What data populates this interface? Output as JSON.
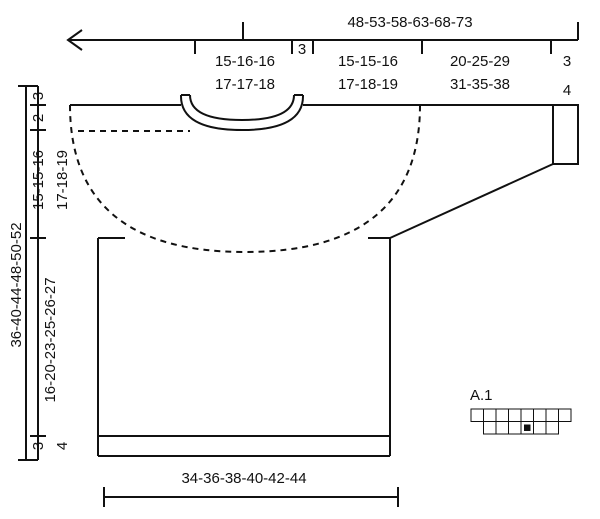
{
  "top_measure": "48-53-58-63-68-73",
  "top_sections": {
    "neck_half_a": "15-16-16",
    "neck_half_b": "17-17-18",
    "neck_gap": "3",
    "yoke_a": "15-15-16",
    "yoke_b": "17-18-19",
    "sleeve_a": "20-25-29",
    "sleeve_b": "31-35-38",
    "cuff_a": "3",
    "cuff_b": "4"
  },
  "left_measures": {
    "top_edge": "3",
    "neck_depth": "2",
    "yoke_depth_a": "15-15-16",
    "yoke_depth_b": "17-18-19",
    "total_length": "36-40-44-48-50-52",
    "body_length": "16-20-23-25-26-27",
    "hem_a": "3",
    "hem_b": "4"
  },
  "bottom_measure": "34-36-38-40-42-44",
  "chart": {
    "label": "A.1",
    "top_row_cells": 8,
    "bottom_row_cells": 6,
    "filled_cell_column": 4
  },
  "colors": {
    "line": "#111111",
    "background": "#ffffff"
  }
}
